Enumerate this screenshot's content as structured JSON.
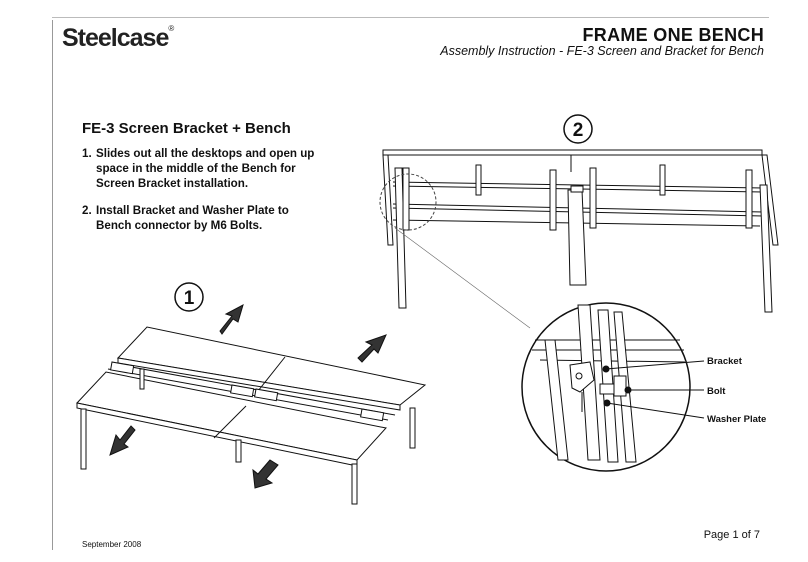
{
  "brand": {
    "name": "Steelcase",
    "mark": "®"
  },
  "header": {
    "title": "FRAME ONE BENCH",
    "subtitle": "Assembly Instruction - FE-3 Screen and Bracket for Bench"
  },
  "section": {
    "title": "FE-3 Screen Bracket + Bench",
    "steps": [
      {
        "number": "1.",
        "text": "Slides out all the desktops and open up space in the middle of the Bench for Screen Bracket installation."
      },
      {
        "number": "2.",
        "text": "Install Bracket and Washer Plate to Bench connector by M6 Bolts."
      }
    ]
  },
  "figures": {
    "step1_badge": "1",
    "step2_badge": "2",
    "callouts": {
      "bracket": "Bracket",
      "bolt": "Bolt",
      "washer_plate": "Washer Plate"
    }
  },
  "footer": {
    "date": "September 2008",
    "page": "Page 1 of 7"
  }
}
